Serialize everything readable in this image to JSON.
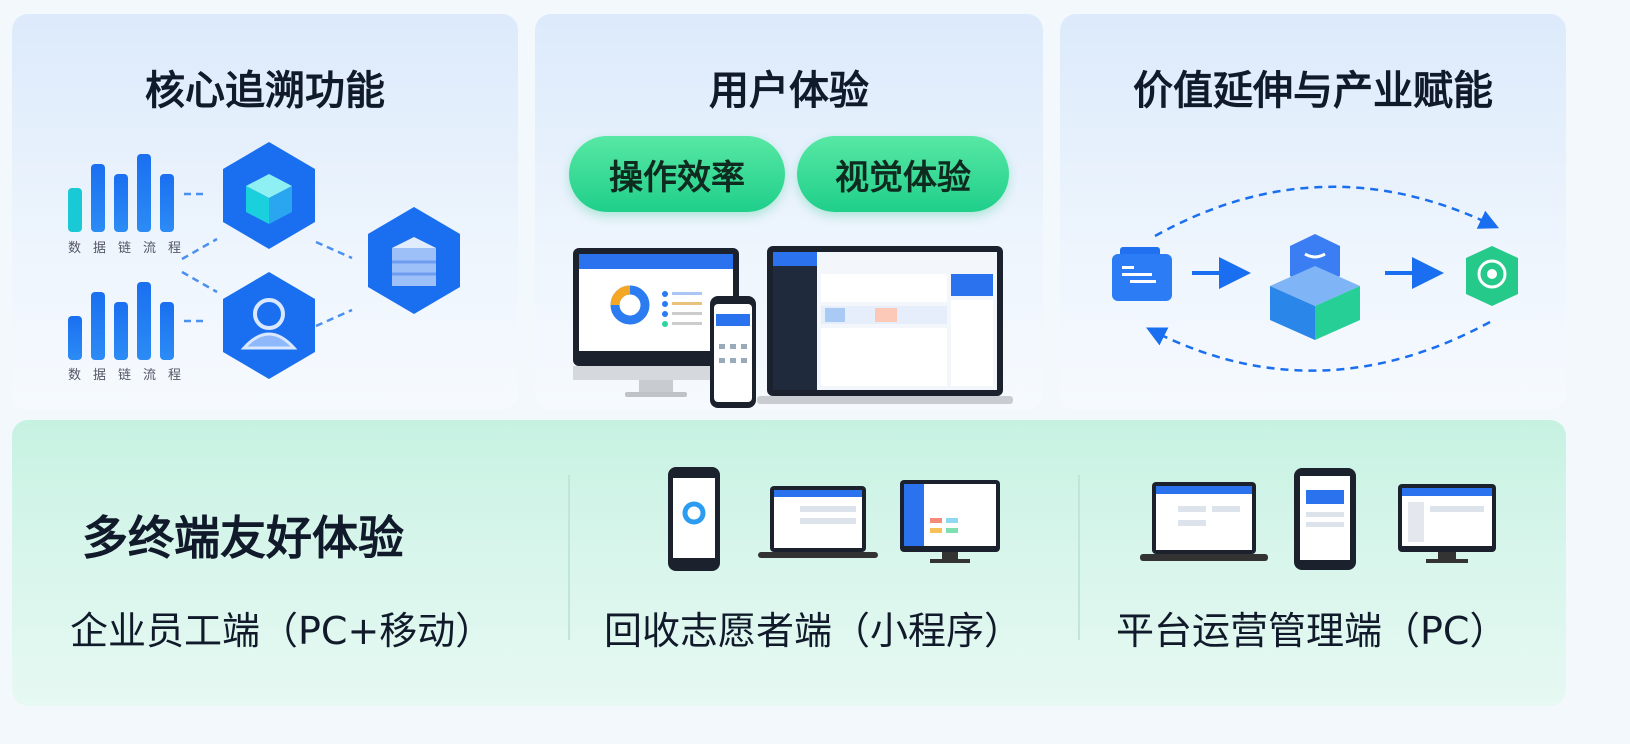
{
  "cards": [
    {
      "title": "核心追溯功能",
      "bar_label": "数据链流程"
    },
    {
      "title": "用户体验",
      "pills": [
        "操作效率",
        "视觉体验"
      ]
    },
    {
      "title": "价值延伸与产业赋能"
    }
  ],
  "bottom": {
    "title": "多终端友好体验",
    "terminals": [
      "企业员工端（PC+移动）",
      "回收志愿者端（小程序）",
      "平台运营管理端（PC）"
    ]
  },
  "colors": {
    "blue": "#1a6ff0",
    "green": "#22d28c"
  }
}
